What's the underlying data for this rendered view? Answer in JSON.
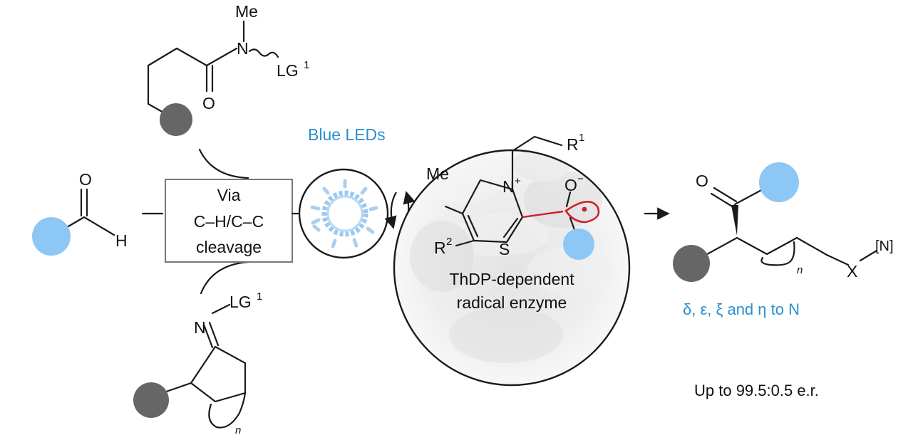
{
  "colors": {
    "accent_blue": "#2a8fd0",
    "light_blue_circle": "#8cc7f5",
    "grey_circle": "#666666",
    "radical_red": "#d0202a"
  },
  "top_substrate": {
    "methyl": "Me",
    "nitrogen": "N",
    "leaving_group": "LG",
    "leaving_group_sup": "1",
    "oxygen": "O"
  },
  "aldehyde": {
    "oxygen": "O",
    "hydrogen": "H"
  },
  "bottom_substrate": {
    "leaving_group": "LG",
    "leaving_group_sup": "1",
    "nitrogen": "N",
    "ring_index": "n"
  },
  "cleavage_box": {
    "line1": "Via",
    "line2": "C–H/C–C",
    "line3": "cleavage"
  },
  "light_source": {
    "label": "Blue LEDs",
    "icon": "light-bulb-icon"
  },
  "enzyme": {
    "methyl": "Me",
    "nitrogen": "N",
    "n_charge": "+",
    "r1": "R",
    "r1_sup": "1",
    "r2": "R",
    "r2_sup": "2",
    "sulfur": "S",
    "oxygen": "O",
    "o_charge": "−",
    "caption_line1": "ThDP-dependent",
    "caption_line2": "radical enzyme"
  },
  "product": {
    "oxygen": "O",
    "ring_index": "n",
    "x_atom": "X",
    "n_group": "[N]",
    "selectivity": "δ, ε, ξ and η to N",
    "er_note": "Up to 99.5:0.5 e.r."
  }
}
